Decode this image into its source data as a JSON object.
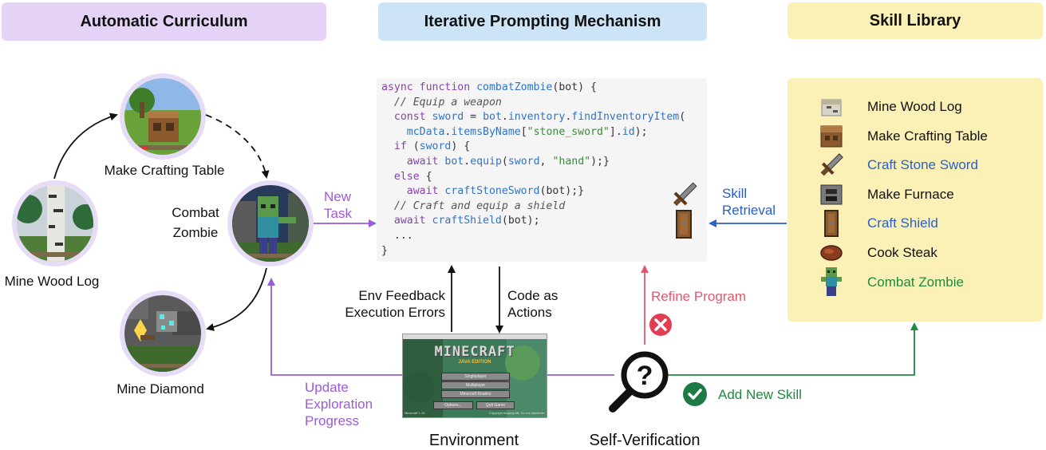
{
  "headers": {
    "curriculum": "Automatic Curriculum",
    "prompting": "Iterative Prompting Mechanism",
    "library": "Skill Library"
  },
  "curriculum": {
    "mine_wood_log": "Mine Wood Log",
    "make_crafting_table": "Make Crafting Table",
    "combat_zombie_line1": "Combat",
    "combat_zombie_line2": "Zombie",
    "mine_diamond": "Mine Diamond"
  },
  "code": {
    "l1_kw": "async function ",
    "l1_fn": "combatZombie",
    "l1_rest": "(bot) {",
    "l2": "  // Equip a weapon",
    "l3_kw": "  const ",
    "l3_var": "sword",
    "l3_mid": " = ",
    "l3_obj": "bot",
    "l3_dot": ".",
    "l3_prop": "inventory",
    "l3_dot2": ".",
    "l3_fn": "findInventoryItem",
    "l3_end": "(",
    "l4_pre": "    ",
    "l4_obj": "mcData",
    "l4_dot": ".",
    "l4_prop": "itemsByName",
    "l4_open": "[",
    "l4_str": "\"stone_sword\"",
    "l4_close": "].",
    "l4_id": "id",
    "l4_end": ");",
    "l5_kw": "  if ",
    "l5_open": "(",
    "l5_var": "sword",
    "l5_end": ") {",
    "l6_kw": "    await ",
    "l6_obj": "bot",
    "l6_dot": ".",
    "l6_fn": "equip",
    "l6_open": "(",
    "l6_var": "sword",
    "l6_comma": ", ",
    "l6_str": "\"hand\"",
    "l6_end": ");}",
    "l7_kw": "  else",
    "l7_end": " {",
    "l8_kw": "    await ",
    "l8_fn": "craftStoneSword",
    "l8_end": "(bot);}",
    "l9": "  // Craft and equip a shield",
    "l10_kw": "  await ",
    "l10_fn": "craftShield",
    "l10_end": "(bot);",
    "l11": "  ...",
    "l12": "}"
  },
  "labels": {
    "new_task_1": "New",
    "new_task_2": "Task",
    "skill_retrieval_1": "Skill",
    "skill_retrieval_2": "Retrieval",
    "env_feedback_1": "Env Feedback",
    "env_feedback_2": "Execution Errors",
    "code_actions_1": "Code as",
    "code_actions_2": "Actions",
    "refine_program": "Refine Program",
    "update_1": "Update",
    "update_2": "Exploration",
    "update_3": "Progress",
    "add_new_skill": "Add New Skill",
    "environment": "Environment",
    "self_verification": "Self-Verification"
  },
  "minecraft": {
    "logo": "MINECRAFT",
    "edition": "JAVA EDITION",
    "btn_single": "Singleplayer",
    "btn_multi": "Multiplayer",
    "btn_realms": "Minecraft Realms",
    "btn_options": "Options...",
    "btn_quit": "Quit Game",
    "version": "Minecraft 1.19",
    "copyright": "Copyright Mojang AB. Do not distribute!"
  },
  "library": {
    "items": [
      {
        "label": "Mine Wood  Log",
        "icon": "wood-log-icon",
        "color": "#111111"
      },
      {
        "label": "Make Crafting Table",
        "icon": "crafting-table-icon",
        "color": "#111111"
      },
      {
        "label": "Craft Stone Sword",
        "icon": "stone-sword-icon",
        "color": "#2a5fc7"
      },
      {
        "label": "Make Furnace",
        "icon": "furnace-icon",
        "color": "#111111"
      },
      {
        "label": "Craft Shield",
        "icon": "shield-icon",
        "color": "#2a5fc7"
      },
      {
        "label": "Cook Steak",
        "icon": "steak-icon",
        "color": "#111111"
      },
      {
        "label": "Combat Zombie",
        "icon": "zombie-icon",
        "color": "#1e8a3e"
      }
    ]
  },
  "colors": {
    "curriculum_header": "#e4d3f6",
    "prompting_header": "#cde4f8",
    "library_header": "#fbf1b6",
    "purple": "#9b5ad9",
    "blue": "#2a5fc7",
    "green": "#1e8a3e",
    "red": "#e0586b"
  }
}
